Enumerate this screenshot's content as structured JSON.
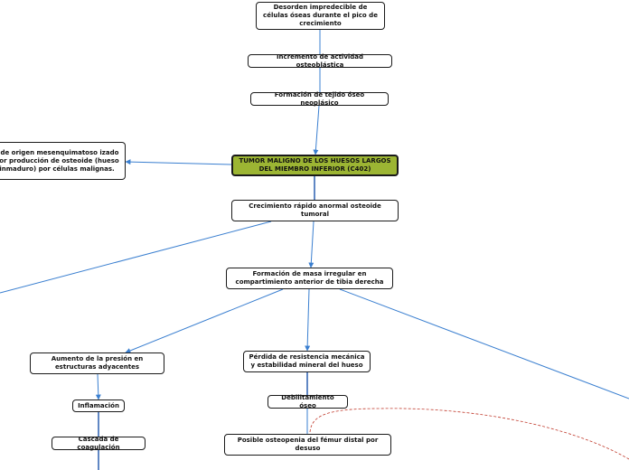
{
  "nodes": {
    "n1": "Desorden impredecible de células óseas durante el pico de crecimiento",
    "n2": "Incremento de actividad osteoblástica",
    "n3": "Formación de tejido óseo neoplásico",
    "central": "TUMOR MALIGNO DE LOS HUESOS LARGOS DEL MIEMBRO INFERIOR (C402)",
    "def": "r de origen mesenquimatoso izado por producción de osteoide (hueso inmaduro) por células malignas.",
    "n4": "Crecimiento rápido anormal osteoide tumoral",
    "n5": "Formación de masa irregular en compartimiento anterior de tibia derecha",
    "n6": "Aumento de la presión en estructuras adyacentes",
    "n7": "Inflamación",
    "n8": "Cascada de coagulación",
    "n9": "Pérdida de resistencia mecánica y estabilidad mineral del hueso",
    "n10": "Debilitamiento óseo",
    "n11": "Posible osteopenia del fémur distal por desuso"
  },
  "colors": {
    "connector": "#3a7fd0",
    "dashed_connector": "#c0392b",
    "central_fill": "#9cb533",
    "node_border": "#1a1a1a"
  }
}
